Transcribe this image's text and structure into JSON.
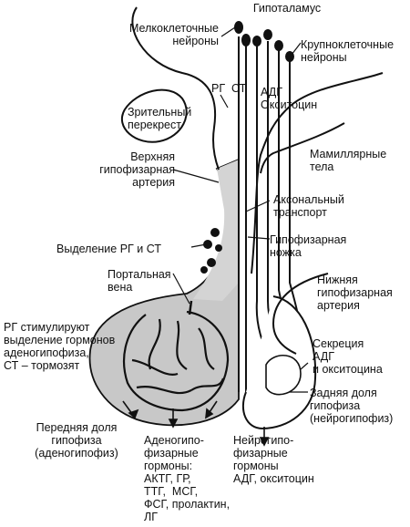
{
  "labels": {
    "hypothalamus": "Гипоталамус",
    "small_cell": "Мелкоклеточные\nнейроны",
    "large_cell": "Крупноклеточные\nнейроны",
    "rg_st": "РГ  СТ",
    "adh_oxy": "АДГ\nОкситоцин",
    "chiasm": "Зрительный\nперекрест",
    "mamillary": "Мамиллярные\nтела",
    "sup_artery": "Верхняя\nгипофизарная\nартерия",
    "axonal": "Аксональный\nтранспорт",
    "release": "Выделение РГ и СТ",
    "stalk": "Гипофизарная\nножка",
    "portal": "Портальная\nвена",
    "inf_artery": "Нижняя\nгипофизарная\nартерия",
    "rg_effect": "РГ стимулируют\nвыделение гормонов\nаденогипофиза,\nСТ – тормозят",
    "secretion": "Секреция\nАДГ\nи окситоцина",
    "posterior": "Задняя доля\nгипофиза\n(нейрогипофиз)",
    "anterior": "Передняя доля\nгипофиза\n(аденогипофиз)",
    "adeno_hormones": "Аденогипо-\nфизарные\nгормоны:\nАКТГ, ГР,\nТТГ,  МСГ,\nФСГ, пролактин,\nЛГ",
    "neuro_hormones": "Нейрогипо-\nфизарные\nгормоны\nАДГ, окситоцин"
  },
  "colors": {
    "line": "#111111",
    "anterior_fill": "#c8c8c8",
    "stalk_fill": "#d4d4d4"
  }
}
